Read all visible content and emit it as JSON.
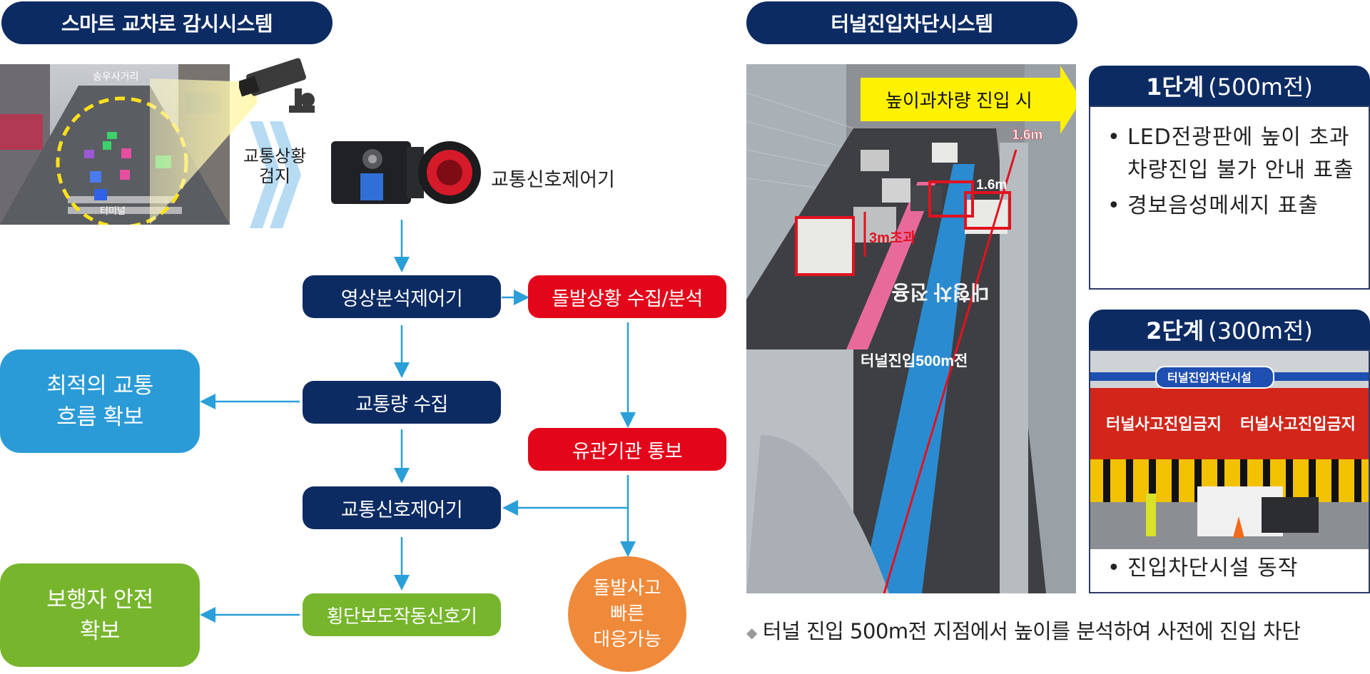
{
  "left": {
    "title": "스마트 교차로 감시시스템",
    "photo_sign": "송우사거리",
    "photo_crosswalk": "터미널",
    "detect_label": [
      "교통상황",
      "검지"
    ],
    "camera_label": "교통신호제어기",
    "nodes": {
      "video": "영상분석제어기",
      "incident": "돌발상황 수집/분석",
      "traffic": "교통량 수집",
      "notify": "유관기관 통보",
      "signal": "교통신호제어기",
      "crosswalk": "횡단보도작동신호기"
    },
    "outcomes": {
      "flow": [
        "최적의 교통",
        "흐름 확보"
      ],
      "pedestrian": [
        "보행자 안전",
        "확보"
      ],
      "response": [
        "돌발사고",
        "빠른",
        "대응가능"
      ]
    }
  },
  "right": {
    "title": "터널진입차단시스템",
    "photo": {
      "arrow_text": "높이과차량 진입 시",
      "h1": "1.6m",
      "h2": "1.6m",
      "h3": "3m초과",
      "road_text": "대형차 전용",
      "distance": "터널진입500m전"
    },
    "stage1": {
      "head_bold": "1단계",
      "head_light": "(500m전)",
      "bullets": [
        "LED전광판에 높이 초과차량진입 불가 안내 표출",
        "경보음성메세지 표출"
      ]
    },
    "stage2": {
      "head_bold": "2단계",
      "head_light": "(300m전)",
      "photo_sign": "터널진입차단시설",
      "photo_banner_1": "터널사고진입금지",
      "photo_banner_2": "터널사고진입금지",
      "bullets": [
        "진입차단시설 동작"
      ]
    },
    "footnote": "터널 진입 500m전 지점에서 높이를 분석하여 사전에 진입 차단"
  },
  "colors": {
    "navy": "#0d2b63",
    "red": "#e3061a",
    "green": "#77b52d",
    "light_blue": "#2b9bd7",
    "orange": "#ef8a3a",
    "arrow": "#2a9fd8"
  }
}
